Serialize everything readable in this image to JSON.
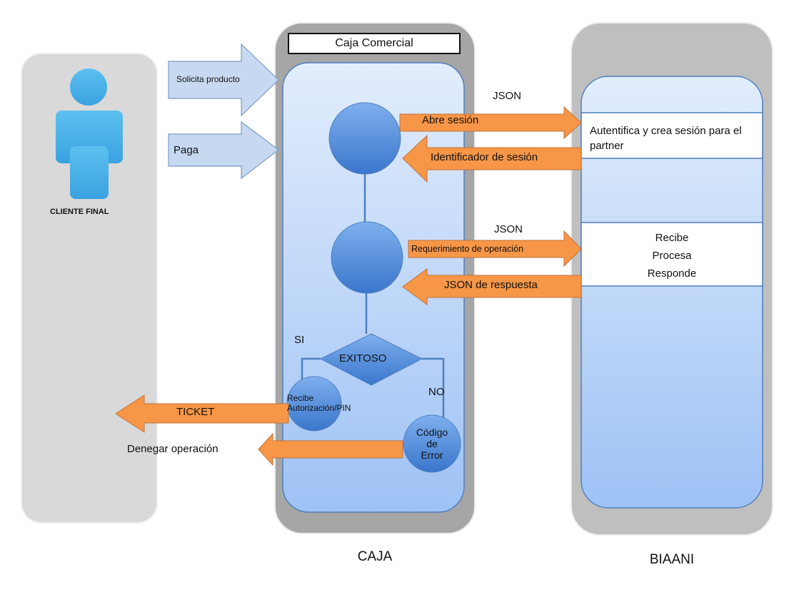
{
  "colors": {
    "lane_client": "#d9d9d9",
    "lane_caja_outer": "#a6a6a6",
    "lane_biaani_outer": "#bfbfbf",
    "inner_panel_top": "#dce9fb",
    "inner_panel_bottom": "#9fc3f5",
    "panel_border": "#4f7fc0",
    "node_blue": "#4a86d8",
    "person_blue": "#45aee8",
    "orange_arrow": "#f79646",
    "light_blue_arrow": "#c6d9f1"
  },
  "lanes": {
    "client": {
      "label": "CLIENTE FINAL"
    },
    "caja": {
      "header": "Caja Comercial",
      "footer": "CAJA"
    },
    "biaani": {
      "footer": "BIAANI"
    }
  },
  "client_arrows": [
    {
      "label": "Solicita producto"
    },
    {
      "label": "Paga"
    }
  ],
  "flows": {
    "json_label_1": "JSON",
    "abre_sesion": "Abre sesión",
    "identificador_sesion": "Identificador de sesión",
    "json_label_2": "JSON",
    "requerimiento": "Requerimiento de operación",
    "json_respuesta": "JSON de respuesta",
    "ticket": "TICKET",
    "denegar": "Denegar operación"
  },
  "biaani_boxes": {
    "auth": "Autentifica y crea sesión para el partner",
    "process_lines": [
      "Recibe",
      "Procesa",
      "Responde"
    ]
  },
  "decision": {
    "label": "EXITOSO",
    "yes": "SI",
    "no": "NO",
    "yes_node_lines": [
      "Recibe",
      "Autorización/PIN"
    ],
    "no_node_lines": [
      "Código",
      "de",
      "Error"
    ]
  }
}
